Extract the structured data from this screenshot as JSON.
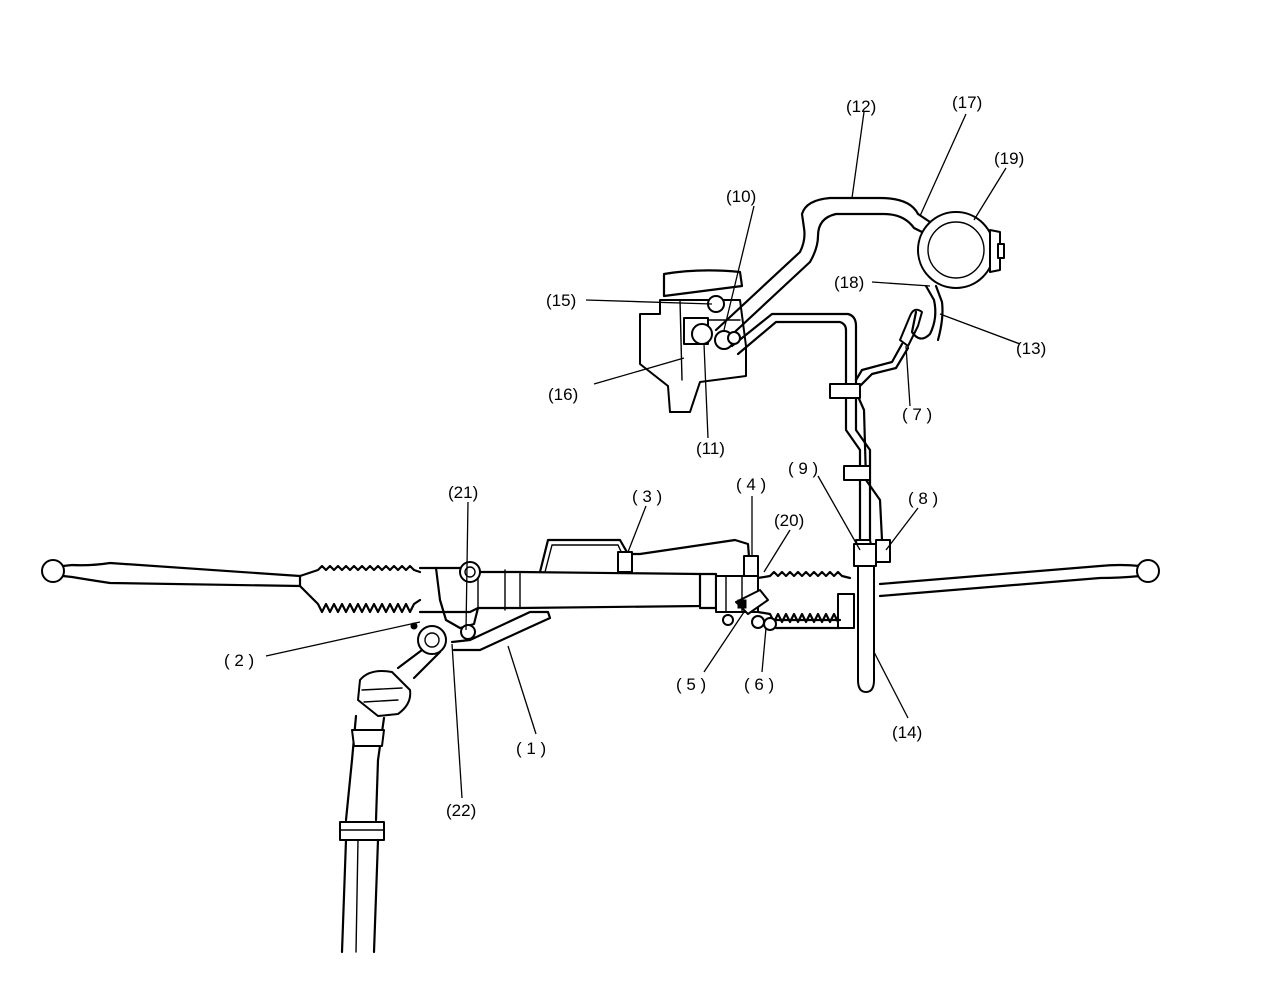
{
  "callouts": [
    {
      "id": "1",
      "label": "( 1 )"
    },
    {
      "id": "2",
      "label": "( 2 )"
    },
    {
      "id": "3",
      "label": "( 3 )"
    },
    {
      "id": "4",
      "label": "( 4 )"
    },
    {
      "id": "5",
      "label": "( 5 )"
    },
    {
      "id": "6",
      "label": "( 6 )"
    },
    {
      "id": "7",
      "label": "( 7 )"
    },
    {
      "id": "8",
      "label": "( 8 )"
    },
    {
      "id": "9",
      "label": "( 9 )"
    },
    {
      "id": "10",
      "label": "(10)"
    },
    {
      "id": "11",
      "label": "(11)"
    },
    {
      "id": "12",
      "label": "(12)"
    },
    {
      "id": "13",
      "label": "(13)"
    },
    {
      "id": "14",
      "label": "(14)"
    },
    {
      "id": "15",
      "label": "(15)"
    },
    {
      "id": "16",
      "label": "(16)"
    },
    {
      "id": "17",
      "label": "(17)"
    },
    {
      "id": "18",
      "label": "(18)"
    },
    {
      "id": "19",
      "label": "(19)"
    },
    {
      "id": "20",
      "label": "(20)"
    },
    {
      "id": "21",
      "label": "(21)"
    },
    {
      "id": "22",
      "label": "(22)"
    }
  ],
  "colors": {
    "line": "#000000",
    "background": "#ffffff"
  }
}
